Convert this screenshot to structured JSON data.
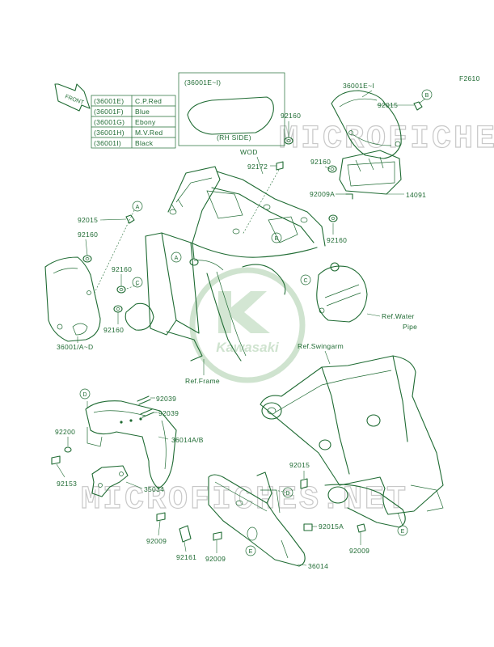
{
  "diagram_code": "F2610",
  "front_label": "FRONT",
  "color_table": [
    {
      "code": "(36001E)",
      "color": "C.P.Red"
    },
    {
      "code": "(36001F)",
      "color": "Blue"
    },
    {
      "code": "(36001G)",
      "color": "Ebony"
    },
    {
      "code": "(36001H)",
      "color": "M.V.Red"
    },
    {
      "code": "(36001I)",
      "color": "Black"
    }
  ],
  "inset": {
    "title": "(36001E~I)",
    "caption": "(RH SIDE)"
  },
  "watermark": {
    "text": "MICROFICHES.NET",
    "logo_text": "Kawasaki"
  },
  "callouts": {
    "A": "A",
    "B": "B",
    "C": "C",
    "D": "D",
    "E": "E"
  },
  "parts": {
    "p36001E_I": "36001E~I",
    "p92015_top": "92015",
    "p92160_a": "92160",
    "p92172": "92172",
    "p92160_b": "92160",
    "p92009A": "92009A",
    "p14091": "14091",
    "p92160_c": "92160",
    "wod": "WOD",
    "p92015_left": "92015",
    "p92160_left": "92160",
    "p92160_mid": "92160",
    "p92160_low": "92160",
    "p36001_AD": "36001/A~D",
    "ref_frame": "Ref.Frame",
    "ref_water_1": "Ref.Water",
    "ref_water_2": "Pipe",
    "ref_swingarm": "Ref.Swingarm",
    "p92039_a": "92039",
    "p92039_b": "92039",
    "p92200": "92200",
    "p36014AB": "36014A/B",
    "p92153": "92153",
    "p35034": "35034",
    "p92015_low": "92015",
    "p92015A": "92015A",
    "p92009_a": "92009",
    "p92161": "92161",
    "p92009_b": "92009",
    "p36014": "36014",
    "p92009_c": "92009"
  }
}
